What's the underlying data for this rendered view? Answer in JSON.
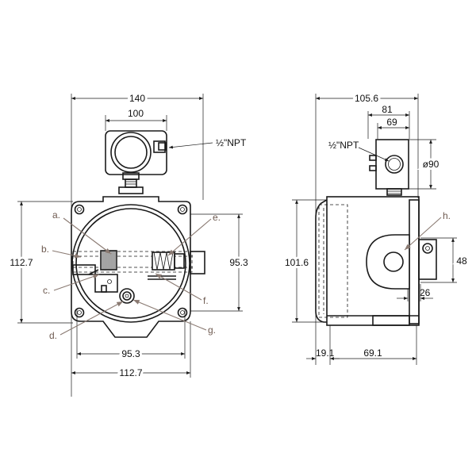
{
  "front": {
    "dims": {
      "overall_width": "140",
      "conduit_box_width": "100",
      "conduit_thread": "½\"NPT",
      "left_height": "112.7",
      "mount_height": "95.3",
      "mount_width": "95.3",
      "base_width": "112.7"
    },
    "labels": [
      "a.",
      "b.",
      "c.",
      "d.",
      "e.",
      "f.",
      "g."
    ]
  },
  "side": {
    "dims": {
      "overall_depth": "105.6",
      "box_depth_81": "81",
      "box_depth_69": "69",
      "conduit_thread": "½\"NPT",
      "conduit_dia": "ø90",
      "height": "101.6",
      "boss_height": "48",
      "boss_width": "26",
      "flange_depth": "19.1",
      "body_depth": "69.1"
    },
    "labels": [
      "h."
    ]
  }
}
